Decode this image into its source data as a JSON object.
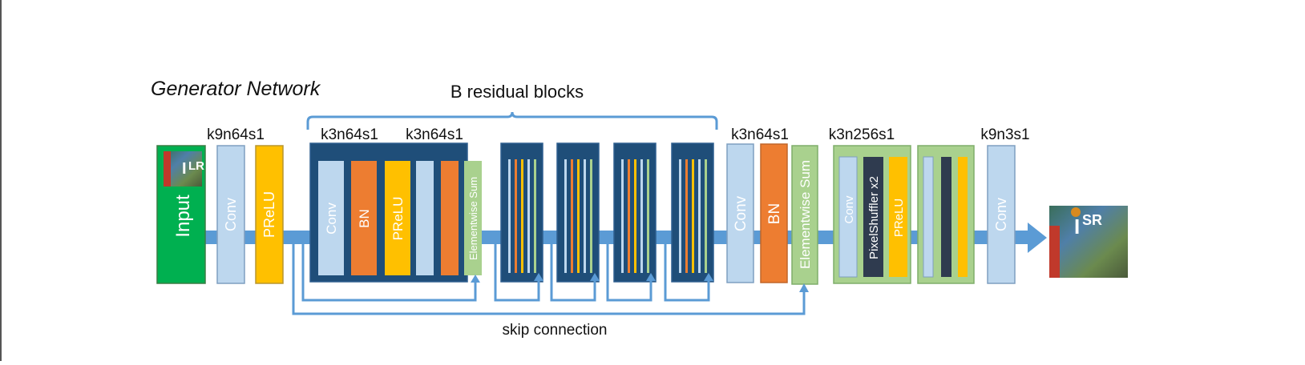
{
  "title": "Generator Network",
  "residual_brace_label": "B residual blocks",
  "skip_label": "skip connection",
  "kernel_labels": {
    "first_conv": "k9n64s1",
    "res_conv1": "k3n64s1",
    "res_conv2": "k3n64s1",
    "post_conv": "k3n64s1",
    "upsample_conv": "k3n256s1",
    "final_conv": "k9n3s1"
  },
  "blocks": {
    "input": "Input",
    "input_image_label": "I",
    "input_image_sup": "LR",
    "conv1": "Conv",
    "prelu1": "PReLU",
    "res_conv": "Conv",
    "res_bn": "BN",
    "res_prelu": "PReLU",
    "res_sum": "Elementwise Sum",
    "post_conv": "Conv",
    "post_bn": "BN",
    "post_sum": "Elementwise Sum",
    "up_conv": "Conv",
    "pixel_shuffler": "PixelShuffler x2",
    "up_prelu": "PReLU",
    "final_conv": "Conv",
    "output_image_label": "I",
    "output_image_sup": "SR"
  },
  "colors": {
    "input_green": "#00b050",
    "conv_light_blue": "#bdd7ee",
    "prelu_yellow": "#ffc000",
    "bn_orange": "#ed7d31",
    "res_dark_blue": "#1f4e79",
    "sum_green": "#a9d18e",
    "pixel_shuffler_dark": "#2f3b4f",
    "connector_blue": "#5b9bd5"
  }
}
